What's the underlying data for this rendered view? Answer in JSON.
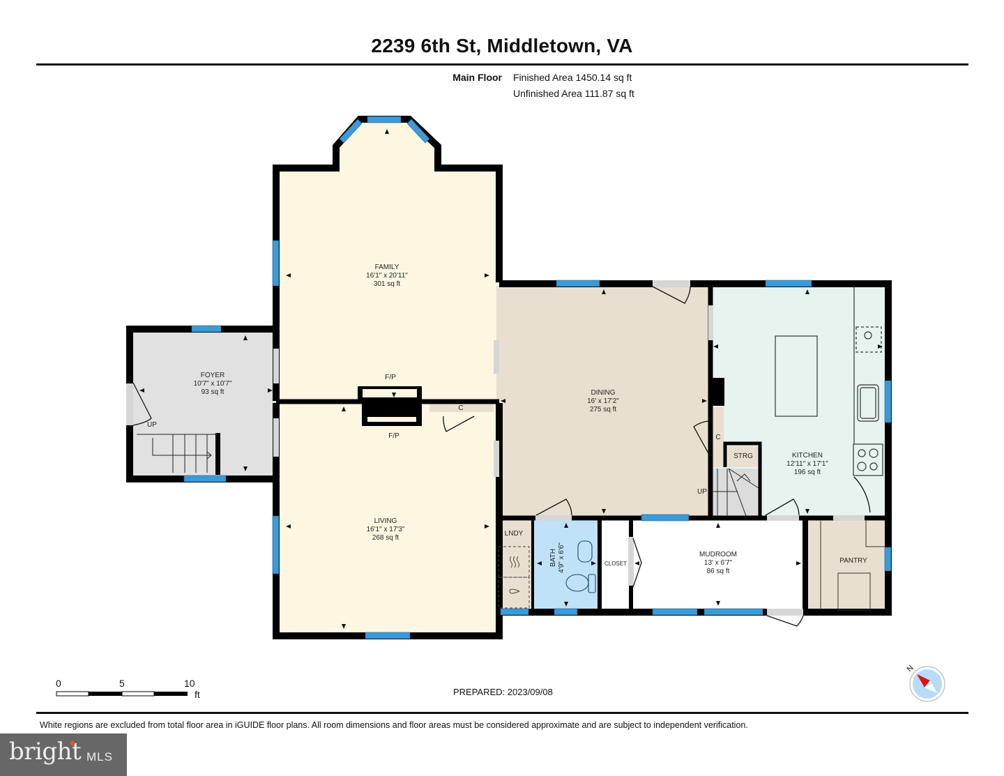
{
  "header": {
    "title": "2239 6th St, Middletown, VA",
    "floor_label": "Main Floor",
    "finished_area": "Finished Area 1450.14 sq ft",
    "unfinished_area": "Unfinished Area 111.87 sq ft"
  },
  "rooms": {
    "family": {
      "name": "FAMILY",
      "dims": "16'1\" x 20'11\"",
      "area": "301 sq ft"
    },
    "foyer": {
      "name": "FOYER",
      "dims": "10'7\" x 10'7\"",
      "area": "93 sq ft"
    },
    "living": {
      "name": "LIVING",
      "dims": "16'1\" x 17'3\"",
      "area": "268 sq ft"
    },
    "dining": {
      "name": "DINING",
      "dims": "16' x 17'2\"",
      "area": "275 sq ft"
    },
    "kitchen": {
      "name": "KITCHEN",
      "dims": "12'11\" x 17'1\"",
      "area": "196 sq ft"
    },
    "bath": {
      "name": "BATH",
      "dims": "4'9\" x 6'6\""
    },
    "mudroom": {
      "name": "MUDROOM",
      "dims": "13' x 6'7\"",
      "area": "86 sq ft"
    },
    "pantry": {
      "name": "PANTRY"
    },
    "laundry": {
      "name": "LNDY"
    },
    "closet": {
      "name": "CLOSET"
    },
    "storage": {
      "name": "STRG"
    },
    "closet_c1": {
      "name": "C"
    },
    "closet_c2": {
      "name": "C"
    }
  },
  "labels": {
    "fireplace_top": "F/P",
    "fireplace_bottom": "F/P",
    "stairs_foyer": "UP",
    "stairs_dining": "UP"
  },
  "scale_bar": {
    "ticks": [
      "0",
      "5",
      "10"
    ],
    "unit": "ft"
  },
  "compass": {
    "north_label": "N"
  },
  "footer": {
    "prepared": "PREPARED: 2023/09/08",
    "disclaimer": "White regions are excluded from total floor area in iGUIDE floor plans. All room dimensions and floor areas must be considered approximate and are subject to independent verification."
  },
  "logo": {
    "brand": "bright",
    "suffix": "MLS"
  },
  "colors": {
    "wall": "#000000",
    "window": "#3d9ad6",
    "family_living": "#fdf7e2",
    "foyer": "#e1e1e1",
    "dining": "#e9dfd0",
    "kitchen": "#e6f3ee",
    "bath": "#bfe2f8",
    "pantry": "#e9dfd0",
    "door_gap": "#d6d6d6"
  }
}
